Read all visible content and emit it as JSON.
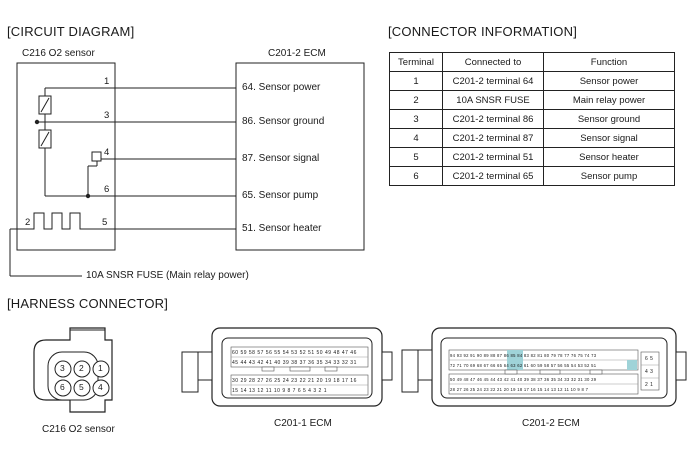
{
  "circuit": {
    "title": "[CIRCUIT DIAGRAM]",
    "sensor_label": "C216 O2 sensor",
    "ecm_label": "C201-2 ECM",
    "sensor_pins": [
      "1",
      "3",
      "4",
      "6",
      "2",
      "5"
    ],
    "ecm_signals": [
      "64. Sensor power",
      "86. Sensor ground",
      "87. Sensor signal",
      "65. Sensor pump",
      "51. Sensor heater"
    ],
    "fuse_label": "10A SNSR FUSE (Main relay power)"
  },
  "connector_info": {
    "title": "[CONNECTOR INFORMATION]",
    "headers": [
      "Terminal",
      "Connected to",
      "Function"
    ],
    "rows": [
      [
        "1",
        "C201-2 terminal 64",
        "Sensor power"
      ],
      [
        "2",
        "10A SNSR FUSE",
        "Main relay power"
      ],
      [
        "3",
        "C201-2 terminal 86",
        "Sensor ground"
      ],
      [
        "4",
        "C201-2 terminal 87",
        "Sensor signal"
      ],
      [
        "5",
        "C201-2 terminal 51",
        "Sensor heater"
      ],
      [
        "6",
        "C201-2 terminal 65",
        "Sensor pump"
      ]
    ]
  },
  "harness": {
    "title": "[HARNESS CONNECTOR]",
    "sensor_pins": [
      "3",
      "2",
      "1",
      "6",
      "5",
      "4"
    ],
    "captions": [
      "C216 O2 sensor",
      "C201-1 ECM",
      "C201-2 ECM"
    ],
    "ecm1_rows": [
      "60 59 58 57 56 55 54 53 52 51 50 49 48 47 46",
      "45 44 43 42 41 40 39 38 37 36 35 34 33 32 31",
      "30 29 28 27 26 25 24 23 22 21 20 19 18 17 16",
      "15 14 13 12 11 10 9 8 7 6 5 4 3 2 1"
    ],
    "ecm2_rows": [
      "94 93 92 91 90 89 88 87 86 85 84 83 82 81 80 79 78 77 76 75 74 73",
      "72 71 70 69 68 67 66 65 64 63 62 61 60 59 58 57 56 55 54 53 52 51",
      "50 49 48 47 46 45 44 43 42 41 40 39 38 37 36 35 34 33 32 31 30 29",
      "28 27 26 25 24 23 22 21 20 19 18 17 16 15 14 13 12 11 10 9 8 7"
    ],
    "ecm2_side": [
      "6 5",
      "4 3",
      "2 1"
    ],
    "highlight_color": "#9fd3d8"
  }
}
